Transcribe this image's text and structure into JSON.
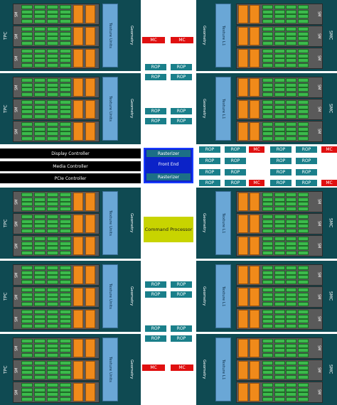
{
  "labels": {
    "tpc": "TPC",
    "smc": "SMC",
    "sm": "SM",
    "texture_units": "Texture Units",
    "texture_l1": "Texture L1",
    "geometry": "Geometry",
    "rop": "ROP",
    "mc": "MC"
  },
  "controllers": {
    "display": "Display Controller",
    "media": "Media Controller",
    "pcie": "PCIe Controller"
  },
  "front_end": {
    "rasterizer_top": "Rasterizer",
    "title": "Front End",
    "rasterizer_bottom": "Rasterizer"
  },
  "command_processor": "Command Processor",
  "colors": {
    "block": "#0f4a52",
    "sm_core": "#3cba4c",
    "sm_special": "#f08a1a",
    "texture": "#6aa7d6",
    "rop": "#1a7f8a",
    "mc": "#e01010",
    "front_end": "#0b22c8",
    "command_processor": "#c8d400"
  }
}
